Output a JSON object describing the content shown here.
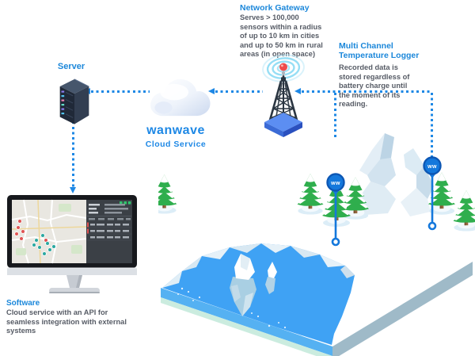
{
  "server": {
    "label": "Server"
  },
  "cloud": {
    "brand": "wanwave",
    "service": "Cloud Service"
  },
  "gateway": {
    "title": "Network Gateway",
    "description": "Serves > 100,000 sensors within a radius of up to 10 km in cities and up to 50 km in rural areas (in open space)"
  },
  "logger": {
    "title": "Multi Channel Temperature Logger",
    "description": "Recorded data is stored regardless of battery charge until the moment of its reading."
  },
  "software": {
    "title": "Software",
    "description": "Cloud service with an API for seamless integration with external systems"
  },
  "sensors": {
    "badge_label": "ww"
  },
  "colors": {
    "heading_blue": "#1b87da",
    "brand_blue": "#1e88e5",
    "body_text": "#575c66",
    "connector_blue": "#1e88e5",
    "water_blue": "#3fa2f4",
    "tree_green": "#2fae4d",
    "sensor_badge_blue": "#1478dc",
    "beacon_red": "#ef4b4b",
    "tower_base_blue": "#5c8ef2",
    "map_marker_red": "#e05353",
    "map_marker_teal": "#2aa8a1",
    "status_green": "#32c26d"
  },
  "icons": {
    "server": "server-rack-icon",
    "cloud": "cloud-icon",
    "gateway": "radio-tower-icon",
    "radio_waves": "radio-waves-icon",
    "monitor": "desktop-monitor-map-icon",
    "sensor": "sensor-pin-icon"
  }
}
